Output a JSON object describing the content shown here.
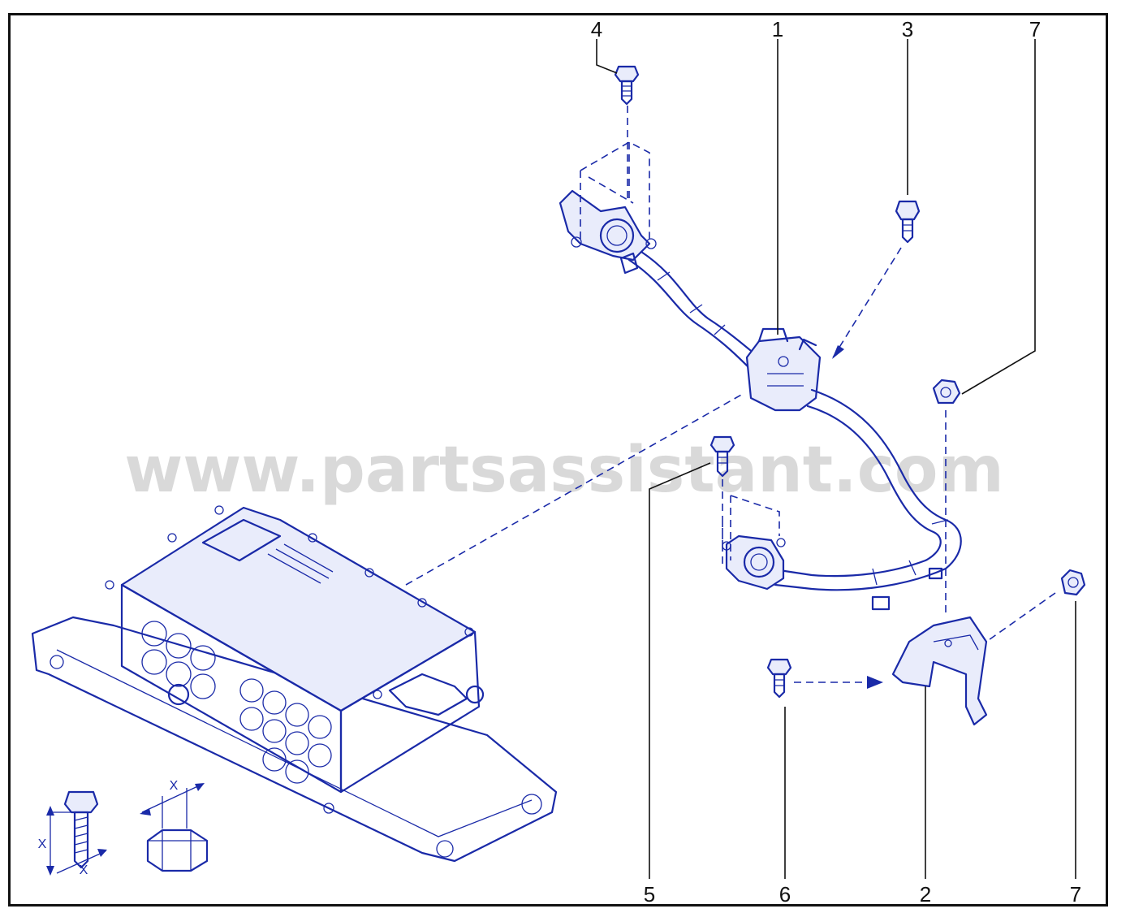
{
  "watermark": "www.partsassistant.com",
  "callouts": {
    "c1": "1",
    "c2": "2",
    "c3": "3",
    "c4": "4",
    "c5": "5",
    "c6": "6",
    "c7_top": "7",
    "c7_bottom": "7"
  },
  "dimension_labels": {
    "bolt_length": "X",
    "bolt_thread": "X",
    "nut_size": "X"
  },
  "colors": {
    "line_art": "#1a2aa8",
    "watermark": "#d9d9d9",
    "frame": "#111111"
  }
}
